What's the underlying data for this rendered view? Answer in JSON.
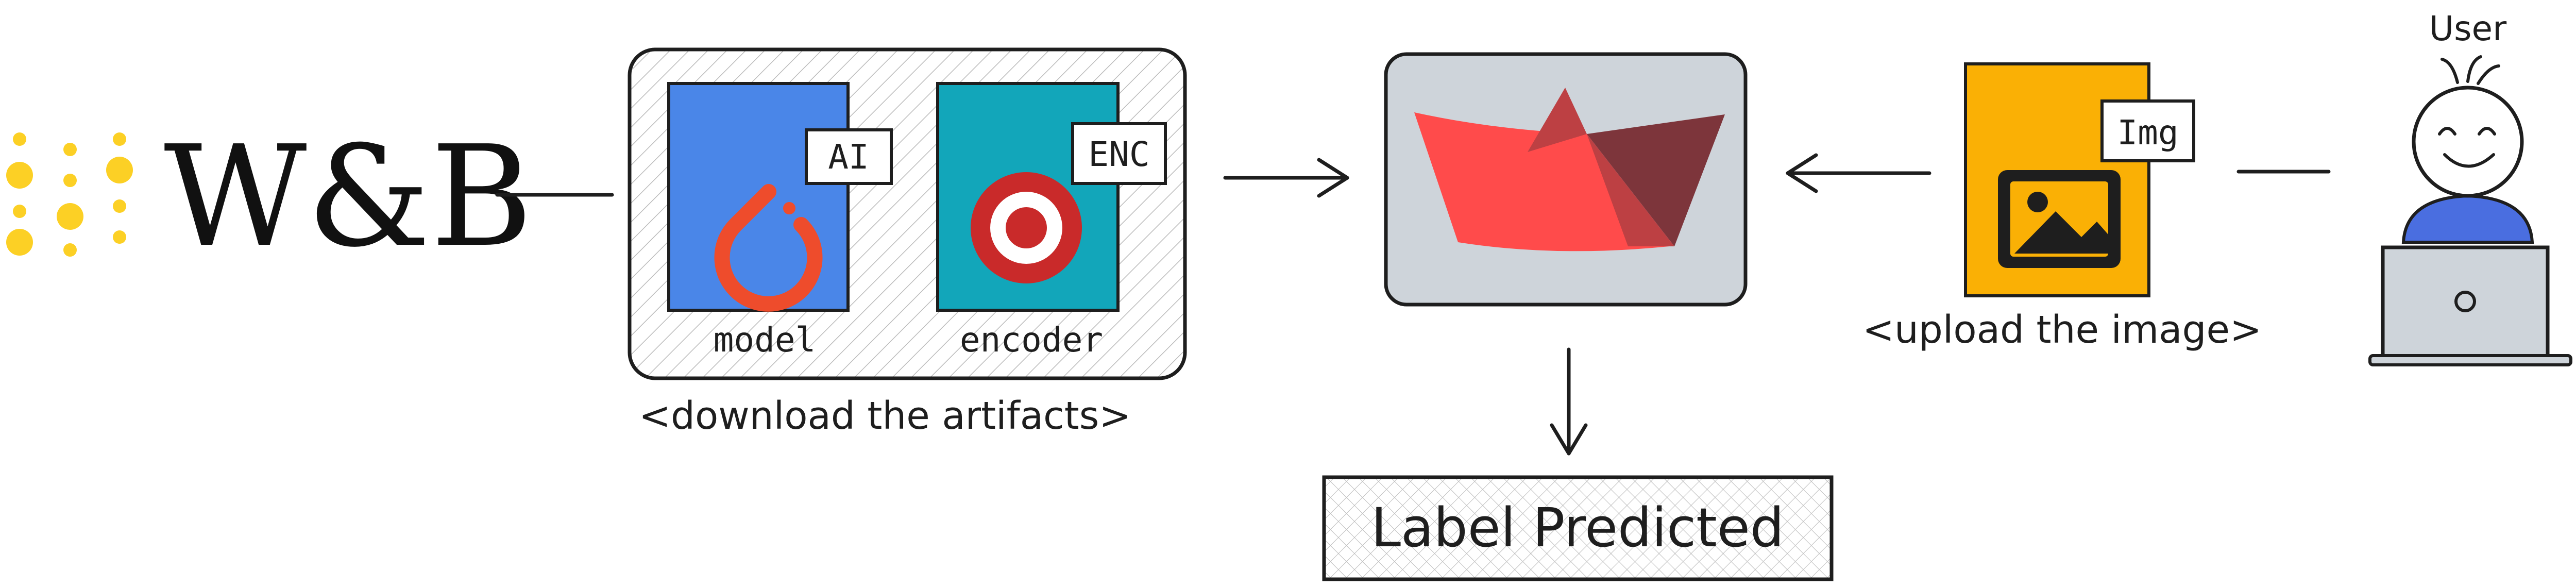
{
  "brand": {
    "name": "W&B",
    "dot_color": "#fcd025"
  },
  "artifacts": {
    "caption": "<download the artifacts>",
    "model": {
      "tag": "AI",
      "label": "model",
      "color": "#4a86e8",
      "icon": "pytorch-icon"
    },
    "encoder": {
      "tag": "ENC",
      "label": "encoder",
      "color": "#12a6ba",
      "icon": "target-icon"
    }
  },
  "app": {
    "icon": "streamlit-boat-icon",
    "bg_color": "#ced4da"
  },
  "image_file": {
    "tag": "Img",
    "color": "#fab005",
    "icon": "image-icon"
  },
  "upload": {
    "caption": "<upload the image>"
  },
  "user": {
    "label": "User",
    "icon": "user-laptop-icon"
  },
  "result": {
    "label": "Label Predicted"
  }
}
